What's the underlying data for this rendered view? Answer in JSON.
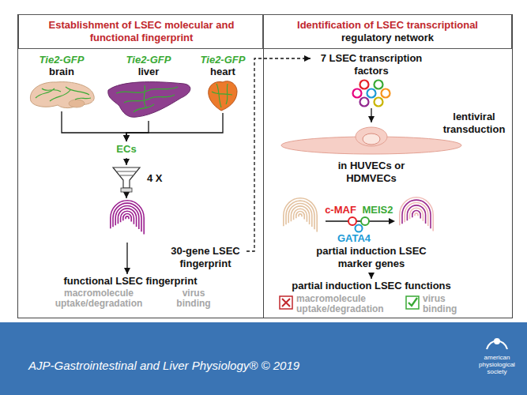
{
  "diagram": {
    "nodes": [
      {
        "text": [
          "Establishment of LSEC molecular and functional fingerprint"
        ]
      },
      {
        "text": [
          "Identification of LSEC transcriptional",
          "regulatory network"
        ]
      },
      {
        "text": [
          "Tie2-GFP",
          "brain"
        ]
      },
      {
        "text": [
          "Tie2-GFP",
          "liver"
        ]
      },
      {
        "text": [
          "Tie2-GFP",
          "heart"
        ]
      },
      {
        "text": [
          "ECs"
        ]
      },
      {
        "text": [
          "4 X"
        ]
      },
      {
        "text": [
          "30-gene LSEC fingerprint"
        ]
      },
      {
        "text": [
          "functional LSEC fingerprint",
          "macromolecule uptake/degradation",
          "virus binding"
        ]
      },
      {
        "text": [
          "7 LSEC transcription factors"
        ]
      },
      {
        "text": [
          "lentiviral transduction",
          "in HUVECs or HDMVECs"
        ]
      },
      {
        "text": [
          "c-MAF",
          "MEIS2",
          "GATA4",
          "partial induction LSEC marker genes"
        ]
      },
      {
        "text": [
          "partial induction LSEC functions",
          "macromolecule uptake/degradation",
          "virus binding"
        ]
      },
      {
        "text": [
          "AJP-Gastrointestinal and Liver Physiology® © 2019",
          "american physiological society"
        ]
      }
    ],
    "edges": [
      {
        "from": 2,
        "to": 5,
        "arrow": "to"
      },
      {
        "from": 3,
        "to": 5,
        "arrow": "to"
      },
      {
        "from": 4,
        "to": 5,
        "arrow": "to"
      },
      {
        "from": 5,
        "to": 6,
        "arrow": "to"
      },
      {
        "from": 6,
        "to": 7,
        "arrow": "to"
      },
      {
        "from": 7,
        "to": 8,
        "arrow": "to"
      },
      {
        "from": 7,
        "to": 9,
        "arrow": "to"
      },
      {
        "from": 9,
        "to": 10,
        "arrow": "to"
      },
      {
        "from": 11,
        "to": 12,
        "arrow": "to"
      }
    ]
  }
}
